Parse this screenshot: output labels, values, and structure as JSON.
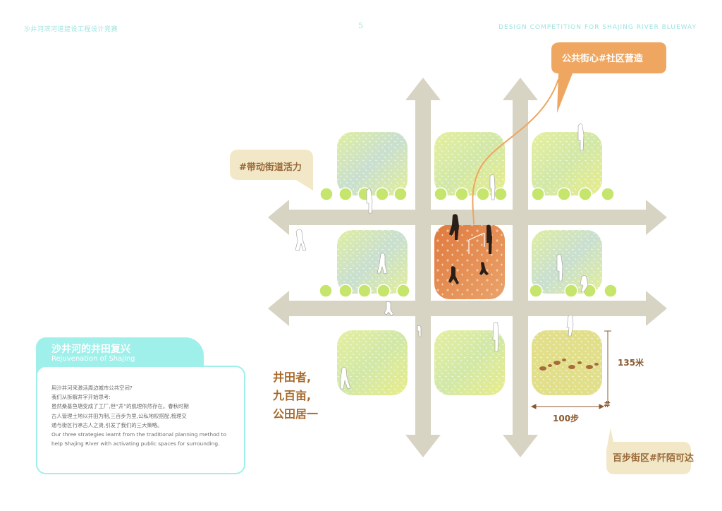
{
  "header": {
    "left": "沙井河滨河道建设工程设计竞赛",
    "page": "5",
    "right": "DESIGN COMPETITION FOR SHAJING RIVER BLUEWAY"
  },
  "bubbles": {
    "top_right": "公共街心#社区营造",
    "left": "#带动街道活力",
    "bottom_right": "百步街区#阡陌可达"
  },
  "big_text": [
    "井田者,",
    "九百亩,",
    "公田居一"
  ],
  "dimensions": {
    "height_label": "135米",
    "width_label": "100步",
    "hash_mark": "#"
  },
  "panel": {
    "title_zh": "沙井河的井田复兴",
    "title_en": "Rejuvenation of Shajing",
    "lines": [
      "用沙井河来激活周边城市公共空间?",
      "我们从拆解井字开始思考:",
      "虽然桑基鱼塘变成了工厂,但“井”的肌理依然存在。春秋时期",
      "古人管理土地以井田为制,三百步为里,公私地权搭配,梳理交",
      "通与街区行承古人之贤,引发了我们的三大策略。",
      "Our three strategies learnt from the traditional planning method to",
      "help Shajing River with activating public spaces for surrounding."
    ]
  },
  "colors": {
    "accent_teal": "#9ff0ea",
    "road": "#d8d4c3",
    "block_green": "#d9eb8a",
    "center_orange": "#e4874a",
    "bubble_orange": "#eea660",
    "bubble_beige": "#f2e7c6",
    "label_brown": "#9a6a3a"
  }
}
